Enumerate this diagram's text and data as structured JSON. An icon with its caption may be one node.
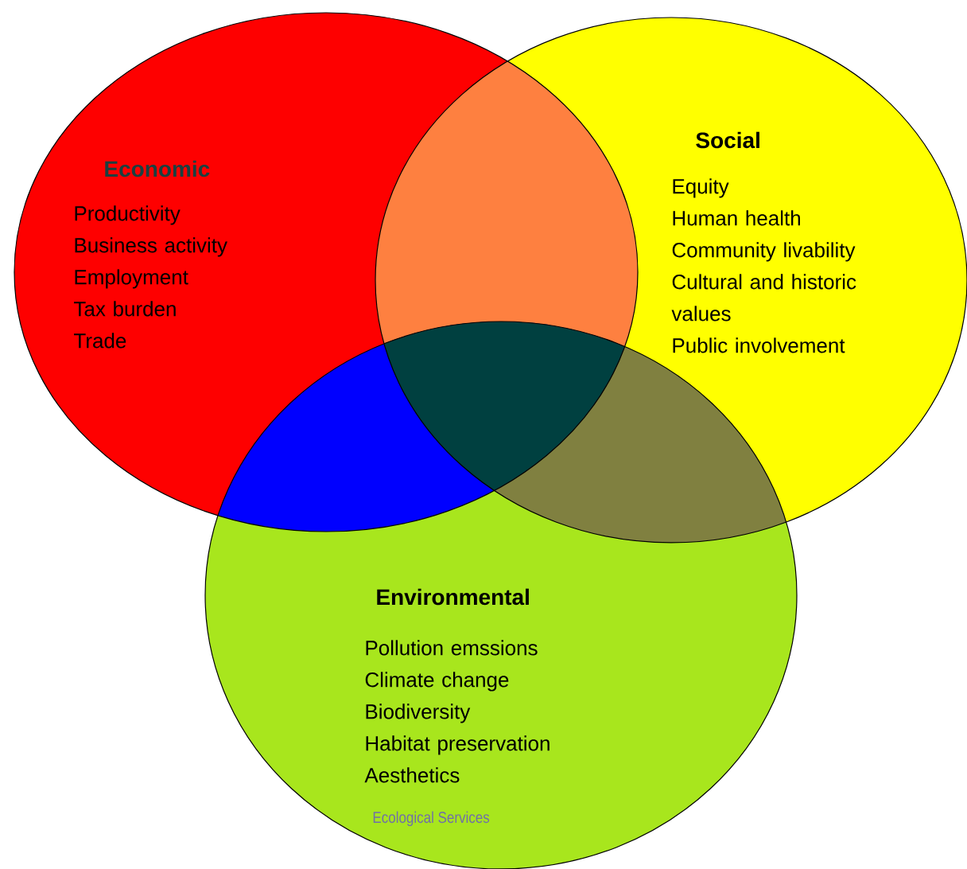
{
  "diagram": {
    "nodes": [
      {
        "text": [
          "Economic",
          "Productivity",
          "Business activity",
          "Employment",
          "Tax burden",
          "Trade"
        ]
      },
      {
        "text": [
          "Social",
          "Equity",
          "Human health",
          "Community livability",
          "Cultural and historic values",
          "Public involvement"
        ]
      },
      {
        "text": [
          "Environmental",
          "Pollution emssions",
          "Climate change",
          "Biodiversity",
          "Habitat preservation",
          "Aesthetics",
          "Ecological Services"
        ]
      }
    ]
  }
}
